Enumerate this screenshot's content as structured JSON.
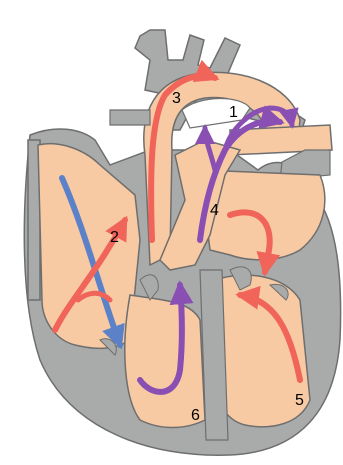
{
  "diagram": {
    "colors": {
      "wall": "#a9abaa",
      "wall_stroke": "#6e6e6e",
      "chamber": "#f8caa3",
      "oxygenated": "#f0645a",
      "deoxygenated": "#5b82c8",
      "mixed": "#8a4fb3"
    },
    "labels": [
      {
        "key": "1",
        "text": "1"
      },
      {
        "key": "2",
        "text": "2"
      },
      {
        "key": "3",
        "text": "3"
      },
      {
        "key": "4",
        "text": "4"
      },
      {
        "key": "5",
        "text": "5"
      },
      {
        "key": "6",
        "text": "6"
      }
    ]
  }
}
